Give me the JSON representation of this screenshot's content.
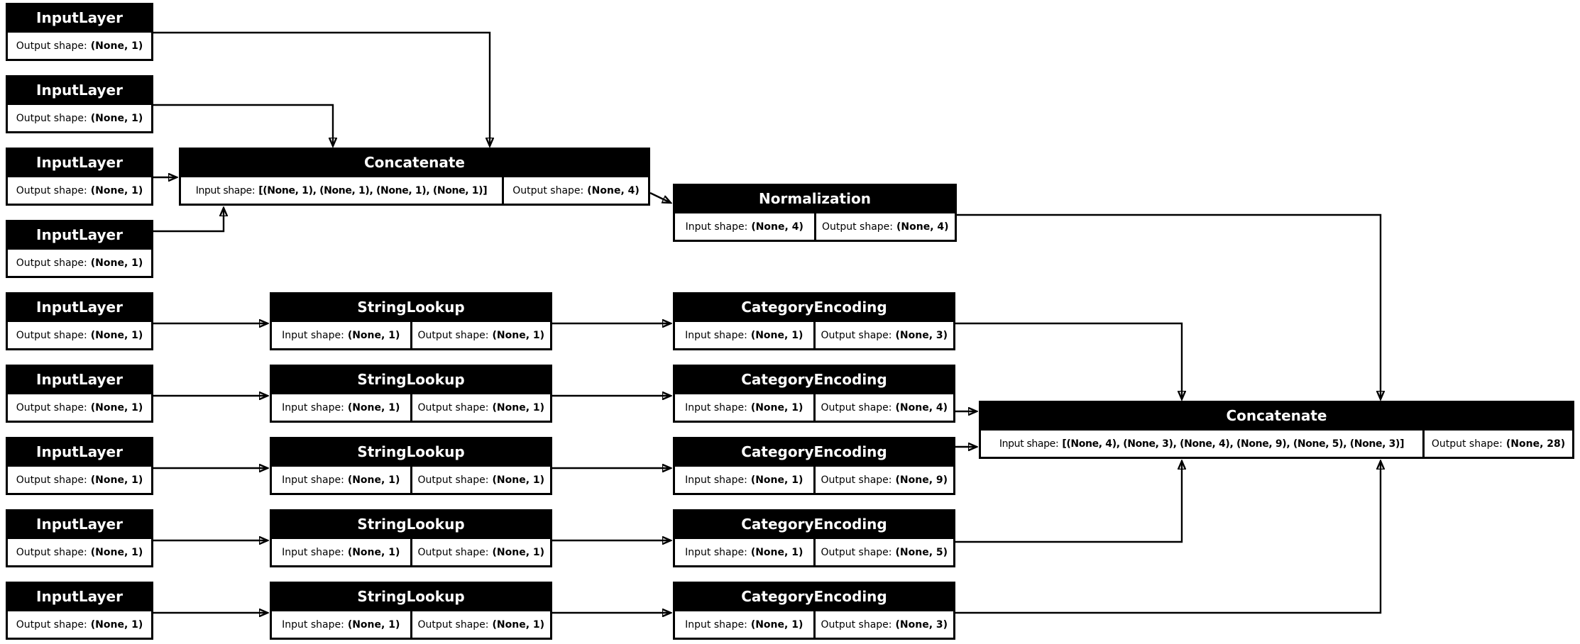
{
  "diagram": {
    "background_color": "#ffffff",
    "node_fill_color": "#000000",
    "node_text_color": "#ffffff",
    "cell_fill_color": "#ffffff",
    "edge_color": "#000000",
    "nodes": {
      "il1": {
        "title": "InputLayer",
        "cells": [
          {
            "label": "Output shape:",
            "value": "(None, 1)"
          }
        ]
      },
      "il2": {
        "title": "InputLayer",
        "cells": [
          {
            "label": "Output shape:",
            "value": "(None, 1)"
          }
        ]
      },
      "il3": {
        "title": "InputLayer",
        "cells": [
          {
            "label": "Output shape:",
            "value": "(None, 1)"
          }
        ]
      },
      "il4": {
        "title": "InputLayer",
        "cells": [
          {
            "label": "Output shape:",
            "value": "(None, 1)"
          }
        ]
      },
      "il5": {
        "title": "InputLayer",
        "cells": [
          {
            "label": "Output shape:",
            "value": "(None, 1)"
          }
        ]
      },
      "il6": {
        "title": "InputLayer",
        "cells": [
          {
            "label": "Output shape:",
            "value": "(None, 1)"
          }
        ]
      },
      "il7": {
        "title": "InputLayer",
        "cells": [
          {
            "label": "Output shape:",
            "value": "(None, 1)"
          }
        ]
      },
      "il8": {
        "title": "InputLayer",
        "cells": [
          {
            "label": "Output shape:",
            "value": "(None, 1)"
          }
        ]
      },
      "il9": {
        "title": "InputLayer",
        "cells": [
          {
            "label": "Output shape:",
            "value": "(None, 1)"
          }
        ]
      },
      "concat1": {
        "title": "Concatenate",
        "cells": [
          {
            "label": "Input shape:",
            "value": "[(None, 1), (None, 1), (None, 1), (None, 1)]"
          },
          {
            "label": "Output shape:",
            "value": "(None, 4)"
          }
        ]
      },
      "norm": {
        "title": "Normalization",
        "cells": [
          {
            "label": "Input shape:",
            "value": "(None, 4)"
          },
          {
            "label": "Output shape:",
            "value": "(None, 4)"
          }
        ]
      },
      "sl1": {
        "title": "StringLookup",
        "cells": [
          {
            "label": "Input shape:",
            "value": "(None, 1)"
          },
          {
            "label": "Output shape:",
            "value": "(None, 1)"
          }
        ]
      },
      "sl2": {
        "title": "StringLookup",
        "cells": [
          {
            "label": "Input shape:",
            "value": "(None, 1)"
          },
          {
            "label": "Output shape:",
            "value": "(None, 1)"
          }
        ]
      },
      "sl3": {
        "title": "StringLookup",
        "cells": [
          {
            "label": "Input shape:",
            "value": "(None, 1)"
          },
          {
            "label": "Output shape:",
            "value": "(None, 1)"
          }
        ]
      },
      "sl4": {
        "title": "StringLookup",
        "cells": [
          {
            "label": "Input shape:",
            "value": "(None, 1)"
          },
          {
            "label": "Output shape:",
            "value": "(None, 1)"
          }
        ]
      },
      "sl5": {
        "title": "StringLookup",
        "cells": [
          {
            "label": "Input shape:",
            "value": "(None, 1)"
          },
          {
            "label": "Output shape:",
            "value": "(None, 1)"
          }
        ]
      },
      "ce1": {
        "title": "CategoryEncoding",
        "cells": [
          {
            "label": "Input shape:",
            "value": "(None, 1)"
          },
          {
            "label": "Output shape:",
            "value": "(None, 3)"
          }
        ]
      },
      "ce2": {
        "title": "CategoryEncoding",
        "cells": [
          {
            "label": "Input shape:",
            "value": "(None, 1)"
          },
          {
            "label": "Output shape:",
            "value": "(None, 4)"
          }
        ]
      },
      "ce3": {
        "title": "CategoryEncoding",
        "cells": [
          {
            "label": "Input shape:",
            "value": "(None, 1)"
          },
          {
            "label": "Output shape:",
            "value": "(None, 9)"
          }
        ]
      },
      "ce4": {
        "title": "CategoryEncoding",
        "cells": [
          {
            "label": "Input shape:",
            "value": "(None, 1)"
          },
          {
            "label": "Output shape:",
            "value": "(None, 5)"
          }
        ]
      },
      "ce5": {
        "title": "CategoryEncoding",
        "cells": [
          {
            "label": "Input shape:",
            "value": "(None, 1)"
          },
          {
            "label": "Output shape:",
            "value": "(None, 3)"
          }
        ]
      },
      "concat2": {
        "title": "Concatenate",
        "cells": [
          {
            "label": "Input shape:",
            "value": "[(None, 4), (None, 3), (None, 4), (None, 9), (None, 5), (None, 3)]"
          },
          {
            "label": "Output shape:",
            "value": "(None, 28)"
          }
        ]
      }
    }
  }
}
